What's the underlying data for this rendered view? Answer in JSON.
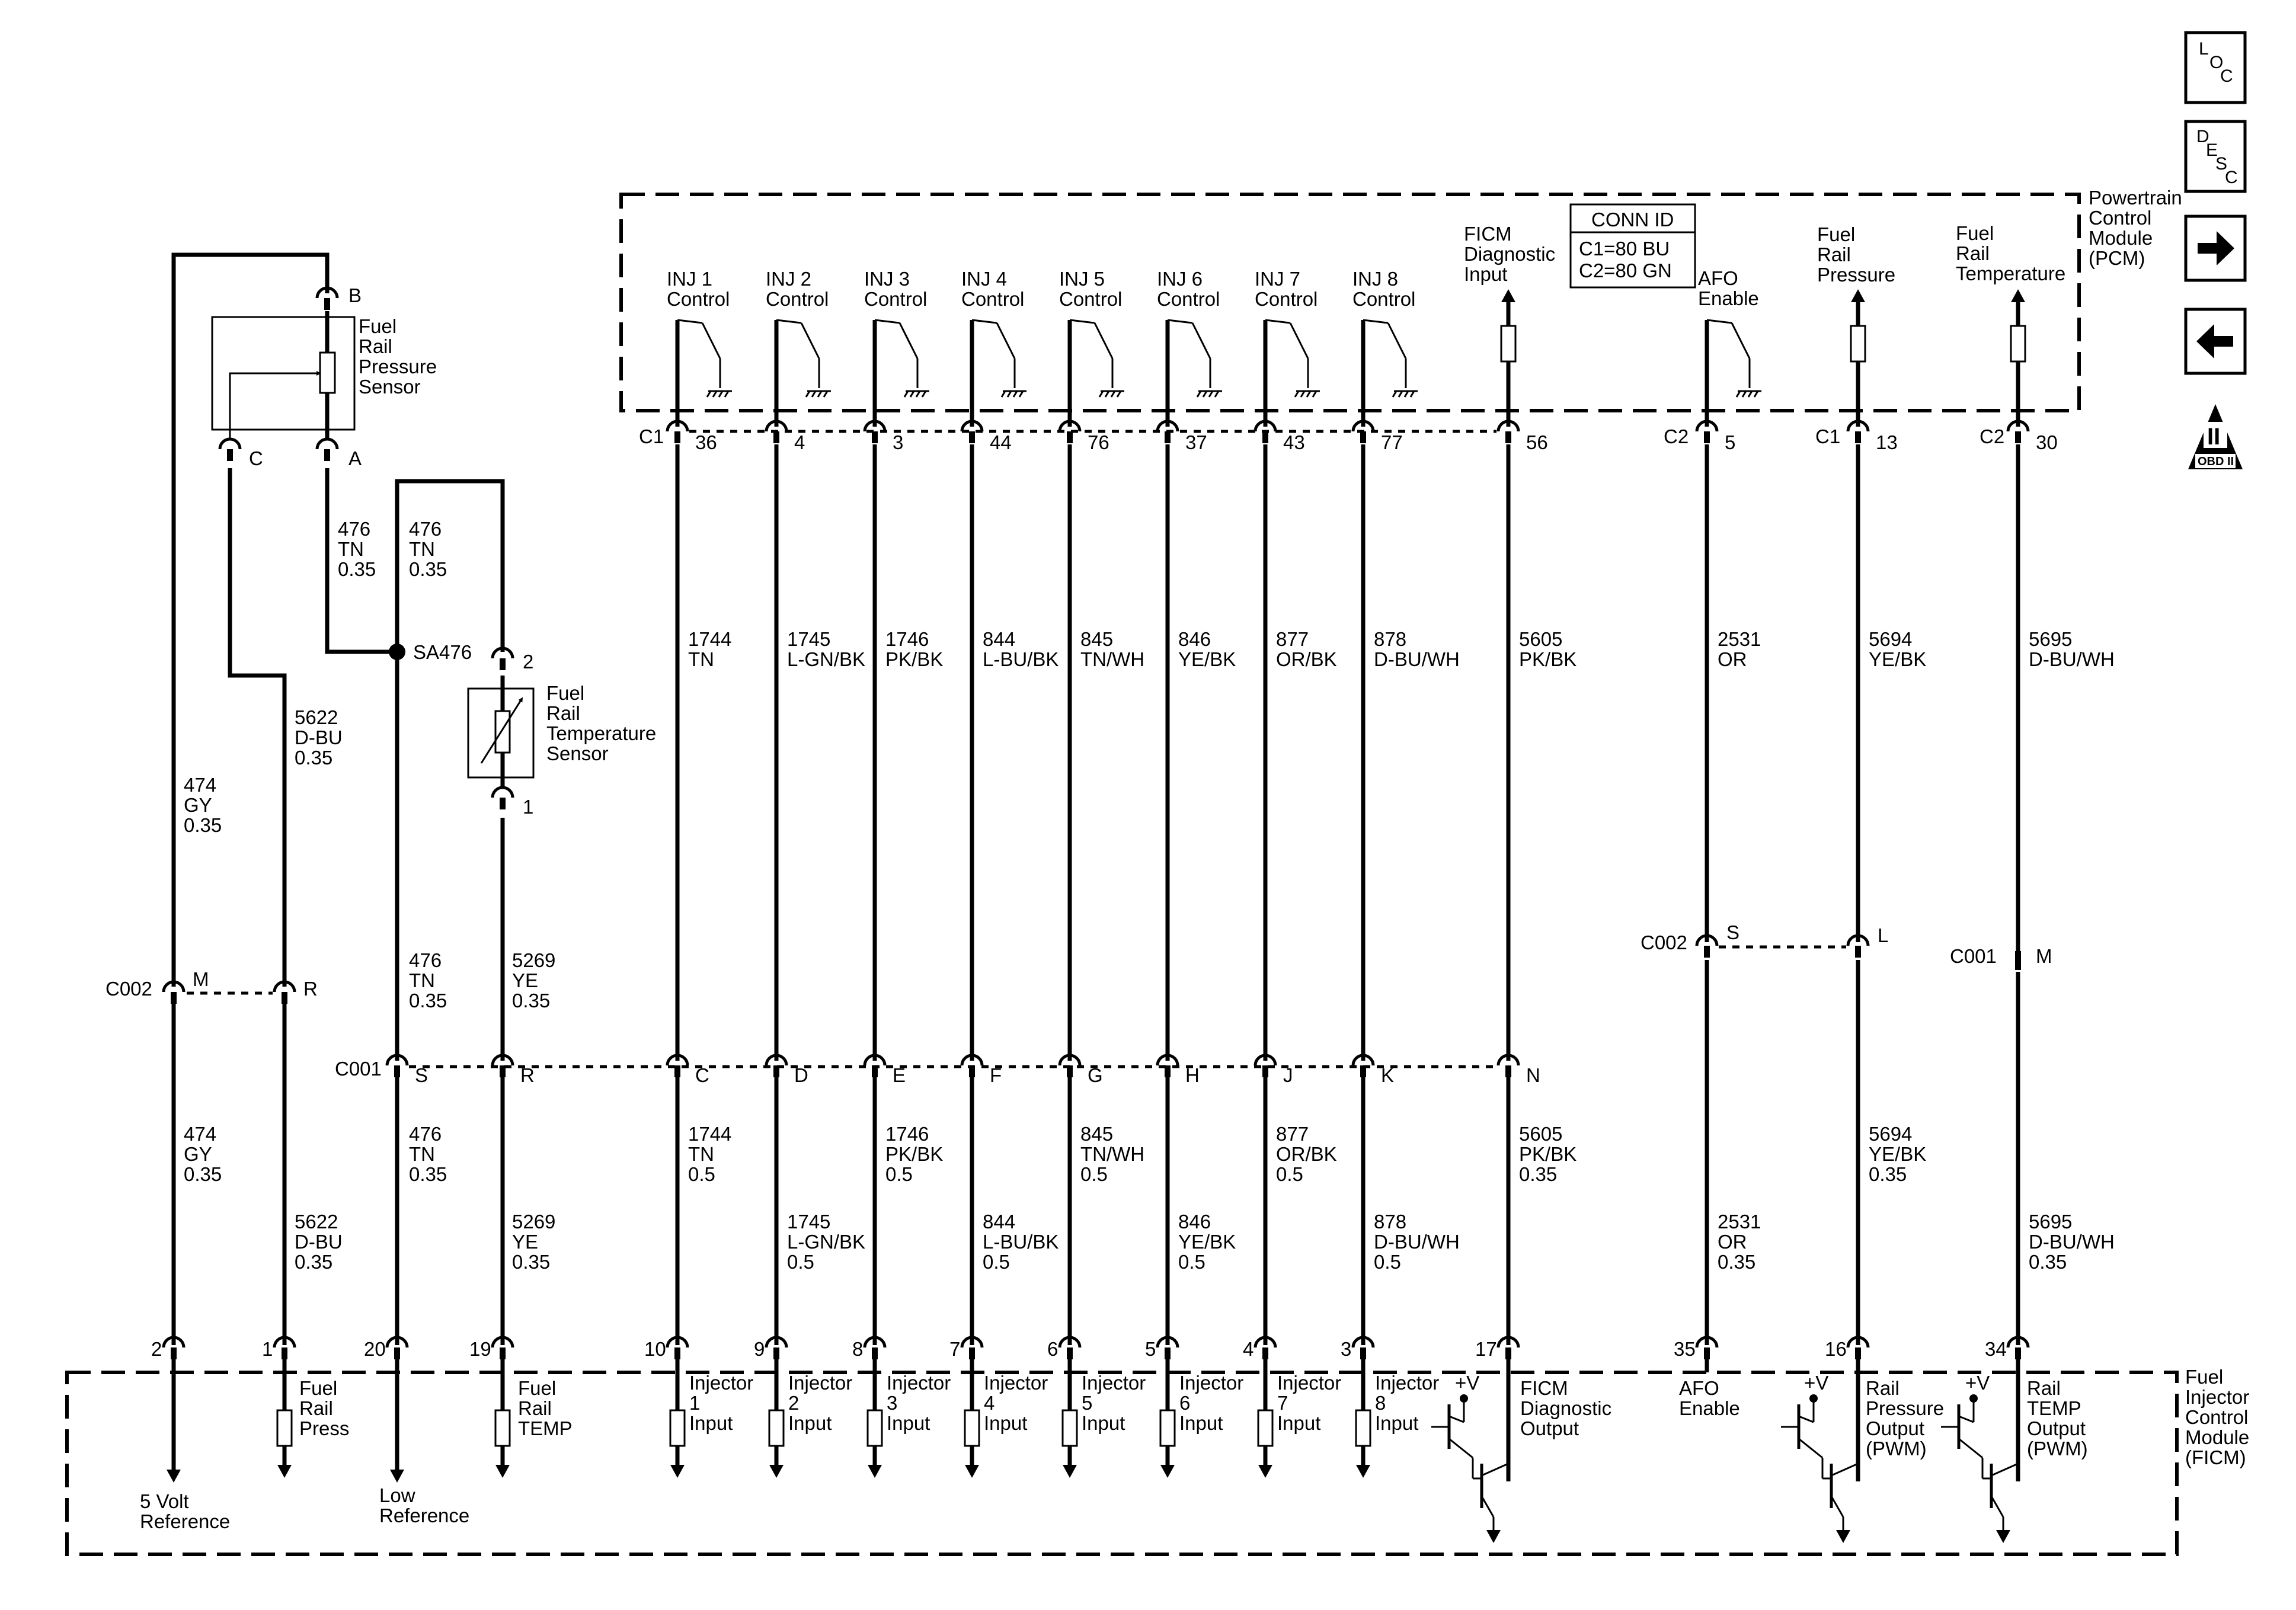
{
  "nav": {
    "loc": [
      "L",
      "O",
      "C"
    ],
    "desc": [
      "D",
      "E",
      "S",
      "C"
    ],
    "obd_badge": {
      "roman": "II",
      "label": "OBD II"
    },
    "icons": [
      "loc-button-icon",
      "desc-button-icon",
      "arrow-right-icon",
      "arrow-left-icon",
      "obd-ii-icon"
    ]
  },
  "pcm": {
    "label": [
      "Powertrain",
      "Control",
      "Module",
      "(PCM)"
    ],
    "conn_id": {
      "title": "CONN ID",
      "lines": [
        "C1=80 BU",
        "C2=80 GN"
      ]
    },
    "injector_controls": [
      [
        "INJ 1",
        "Control"
      ],
      [
        "INJ 2",
        "Control"
      ],
      [
        "INJ 3",
        "Control"
      ],
      [
        "INJ 4",
        "Control"
      ],
      [
        "INJ 5",
        "Control"
      ],
      [
        "INJ 6",
        "Control"
      ],
      [
        "INJ 7",
        "Control"
      ],
      [
        "INJ 8",
        "Control"
      ]
    ],
    "ficm_diag": [
      "FICM",
      "Diagnostic",
      "Input"
    ],
    "afo_enable": [
      "AFO",
      "Enable"
    ],
    "fuel_rail_pressure": [
      "Fuel",
      "Rail",
      "Pressure"
    ],
    "fuel_rail_temp": [
      "Fuel",
      "Rail",
      "Temperature"
    ],
    "c1_label": "C1",
    "c2_label": "C2",
    "pins": [
      "36",
      "4",
      "3",
      "44",
      "76",
      "37",
      "43",
      "77",
      "56",
      "5",
      "13",
      "30"
    ]
  },
  "sensors": {
    "pressure": {
      "name": [
        "Fuel",
        "Rail",
        "Pressure",
        "Sensor"
      ],
      "pins": [
        "B",
        "C",
        "A"
      ]
    },
    "temperature": {
      "name": [
        "Fuel",
        "Rail",
        "Temperature",
        "Sensor"
      ],
      "pins": [
        "2",
        "1"
      ]
    },
    "splice": "SA476"
  },
  "connectors": {
    "c002_left": {
      "name": "C002",
      "pins": [
        "M",
        "R"
      ]
    },
    "c001_main": {
      "name": "C001",
      "pins": [
        "S",
        "R",
        "C",
        "D",
        "E",
        "F",
        "G",
        "H",
        "J",
        "K",
        "N"
      ]
    },
    "c002_right": {
      "name": "C002",
      "pins": [
        "S",
        "L"
      ]
    },
    "c001_right": {
      "name": "C001",
      "pin": "M"
    }
  },
  "wires": {
    "w474_top": [
      "474",
      "GY",
      "0.35"
    ],
    "w474_bot": [
      "474",
      "GY",
      "0.35"
    ],
    "w476_a": [
      "476",
      "TN",
      "0.35"
    ],
    "w476_b": [
      "476",
      "TN",
      "0.35"
    ],
    "w476_c": [
      "476",
      "TN",
      "0.35"
    ],
    "w476_d": [
      "476",
      "TN",
      "0.35"
    ],
    "w5622_top": [
      "5622",
      "D-BU",
      "0.35"
    ],
    "w5622_bot": [
      "5622",
      "D-BU",
      "0.35"
    ],
    "w5269_top": [
      "5269",
      "YE",
      "0.35"
    ],
    "w5269_bot": [
      "5269",
      "YE",
      "0.35"
    ],
    "pcm_side": [
      [
        "1744",
        "TN"
      ],
      [
        "1745",
        "L-GN/BK"
      ],
      [
        "1746",
        "PK/BK"
      ],
      [
        "844",
        "L-BU/BK"
      ],
      [
        "845",
        "TN/WH"
      ],
      [
        "846",
        "YE/BK"
      ],
      [
        "877",
        "OR/BK"
      ],
      [
        "878",
        "D-BU/WH"
      ],
      [
        "5605",
        "PK/BK"
      ],
      [
        "2531",
        "OR"
      ],
      [
        "5694",
        "YE/BK"
      ],
      [
        "5695",
        "D-BU/WH"
      ]
    ],
    "ficm_side": [
      [
        "1744",
        "TN",
        "0.5"
      ],
      [
        "1745",
        "L-GN/BK",
        "0.5"
      ],
      [
        "1746",
        "PK/BK",
        "0.5"
      ],
      [
        "844",
        "L-BU/BK",
        "0.5"
      ],
      [
        "845",
        "TN/WH",
        "0.5"
      ],
      [
        "846",
        "YE/BK",
        "0.5"
      ],
      [
        "877",
        "OR/BK",
        "0.5"
      ],
      [
        "878",
        "D-BU/WH",
        "0.5"
      ],
      [
        "5605",
        "PK/BK",
        "0.35"
      ],
      [
        "2531",
        "OR",
        "0.35"
      ],
      [
        "5694",
        "YE/BK",
        "0.35"
      ],
      [
        "5695",
        "D-BU/WH",
        "0.35"
      ]
    ]
  },
  "ficm": {
    "label": [
      "Fuel",
      "Injector",
      "Control",
      "Module",
      "(FICM)"
    ],
    "pins": [
      "2",
      "1",
      "20",
      "19",
      "10",
      "9",
      "8",
      "7",
      "6",
      "5",
      "4",
      "3",
      "17",
      "35",
      "16",
      "34"
    ],
    "five_volt_ref": [
      "5 Volt",
      "Reference"
    ],
    "fuel_rail_press": [
      "Fuel",
      "Rail",
      "Press"
    ],
    "low_ref": [
      "Low",
      "Reference"
    ],
    "fuel_rail_temp": [
      "Fuel",
      "Rail",
      "TEMP"
    ],
    "injectors": [
      [
        "Injector",
        "1",
        "Input"
      ],
      [
        "Injector",
        "2",
        "Input"
      ],
      [
        "Injector",
        "3",
        "Input"
      ],
      [
        "Injector",
        "4",
        "Input"
      ],
      [
        "Injector",
        "5",
        "Input"
      ],
      [
        "Injector",
        "6",
        "Input"
      ],
      [
        "Injector",
        "7",
        "Input"
      ],
      [
        "Injector",
        "8",
        "Input"
      ]
    ],
    "plus_v": "+V",
    "ficm_diag_output": [
      "FICM",
      "Diagnostic",
      "Output"
    ],
    "afo_enable": [
      "AFO",
      "Enable"
    ],
    "rail_pressure_output": [
      "Rail",
      "Pressure",
      "Output",
      "(PWM)"
    ],
    "rail_temp_output": [
      "Rail",
      "TEMP",
      "Output",
      "(PWM)"
    ]
  }
}
